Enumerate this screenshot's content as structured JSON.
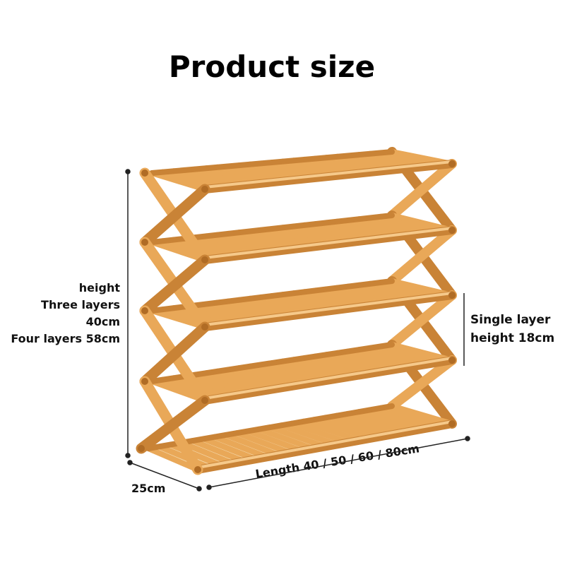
{
  "title": "Product size",
  "left_label": {
    "line1": "height",
    "line2": "Three layers 40cm",
    "line3": "Four layers 58cm"
  },
  "right_label": {
    "line1": "Single layer",
    "line2": "height 18cm"
  },
  "depth_label": "25cm",
  "length_label": "Length 40 / 50 / 60 / 80cm",
  "colors": {
    "wood": "#E9A858",
    "wood_dark": "#C98336",
    "wood_light": "#F6C98A",
    "dimension_line": "#222222"
  }
}
